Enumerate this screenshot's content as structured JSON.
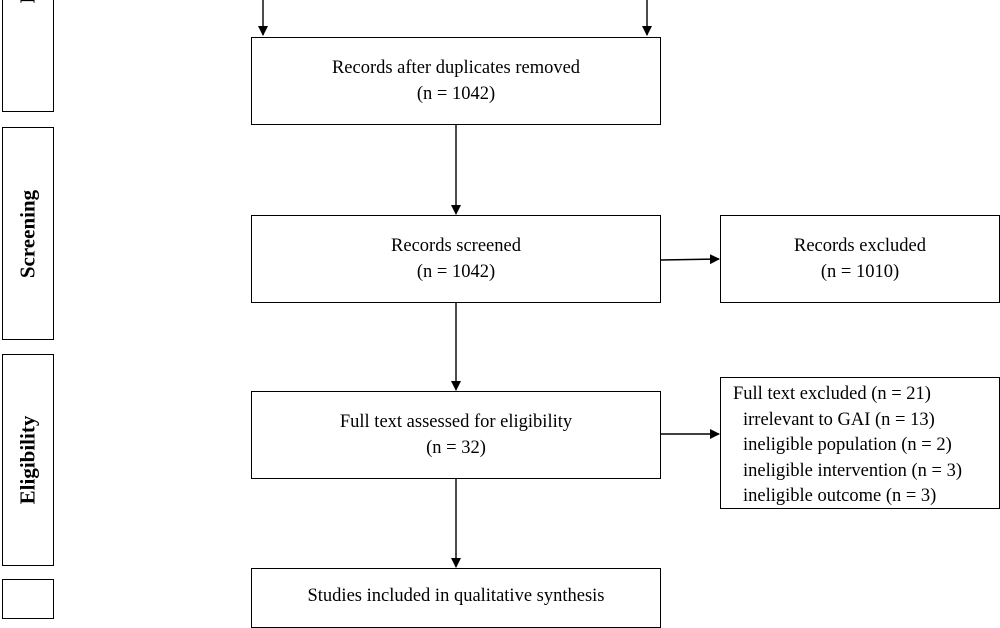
{
  "stages": {
    "identification": "I",
    "screening": "Screening",
    "eligibility": "Eligibility"
  },
  "boxes": {
    "duplicates_removed": {
      "line1": "Records after duplicates removed",
      "line2": "(n = 1042)"
    },
    "screened": {
      "line1": "Records screened",
      "line2": "(n = 1042)"
    },
    "excluded": {
      "line1": "Records excluded",
      "line2": "(n = 1010)"
    },
    "full_text": {
      "line1": "Full text assessed for eligibility",
      "line2": "(n = 32)"
    },
    "full_text_excluded": {
      "title": "Full text  excluded (n = 21)",
      "reasons": [
        "irrelevant to GAI (n = 13)",
        "ineligible population (n = 2)",
        "ineligible intervention (n = 3)",
        "ineligible outcome (n = 3)"
      ]
    },
    "included": {
      "line1": "Studies included in qualitative synthesis"
    }
  }
}
